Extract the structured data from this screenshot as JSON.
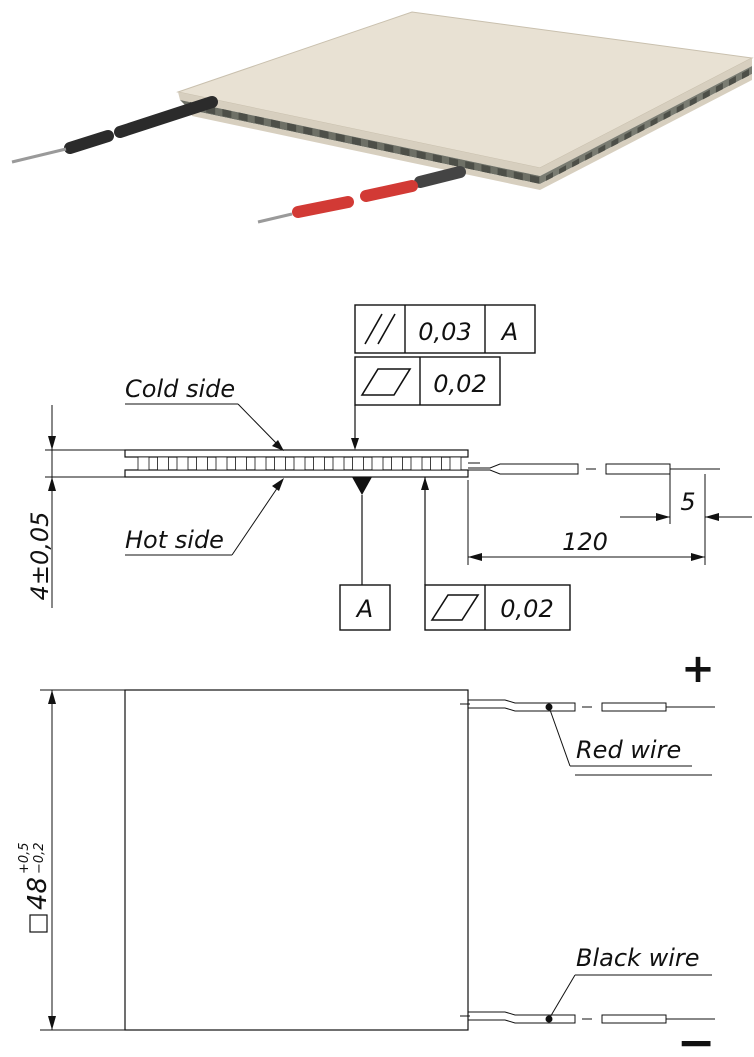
{
  "labels": {
    "cold_side": "Cold side",
    "hot_side": "Hot side",
    "red_wire": "Red wire",
    "black_wire": "Black wire",
    "plus": "+",
    "minus": "−"
  },
  "dimensions": {
    "thickness": "4±0,05",
    "lead_length": "120",
    "strip_length": "5",
    "square_value": "48",
    "square_tol_upper": "+0,5",
    "square_tol_lower": "−0,2"
  },
  "tolerances": {
    "parallelism_value": "0,03",
    "parallelism_datum": "A",
    "top_flatness_value": "0,02",
    "datum_label": "A",
    "bottom_flatness_value": "0,02"
  },
  "colors": {
    "ceramic_top": "#e8e1d3",
    "ceramic_side": "#d7cfbf",
    "pellet": "#4d4f48",
    "red_wire": "#d23a35",
    "black_wire": "#2b2b2b",
    "pin": "#9a9a9a"
  }
}
